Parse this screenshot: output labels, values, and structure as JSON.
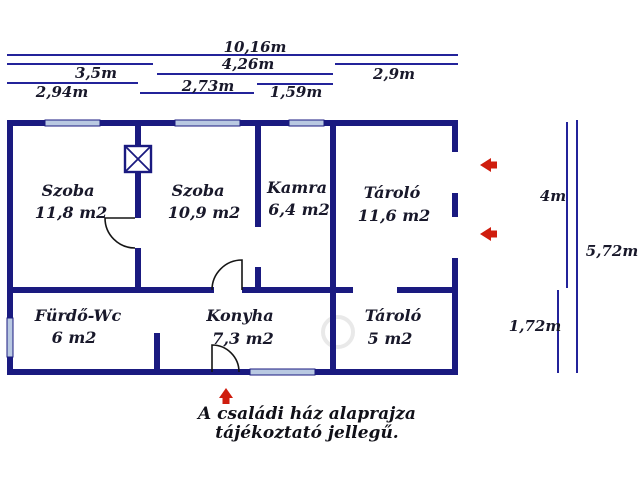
{
  "colors": {
    "wall": "#1a1a80",
    "window_glass": "#b9c9e2",
    "dimension_line": "#23239a",
    "door": "#151515",
    "arrow": "#cf1d0e",
    "text": "#18182a",
    "caption_text": "#101018"
  },
  "dimensions": {
    "top": [
      {
        "label": "10,16m"
      },
      {
        "label": "3,5m"
      },
      {
        "label": "4,26m"
      },
      {
        "label": "2,9m"
      },
      {
        "label": "2,94m"
      },
      {
        "label": "2,73m"
      },
      {
        "label": "1,59m"
      }
    ],
    "right": [
      {
        "label": "4m"
      },
      {
        "label": "5,72m"
      },
      {
        "label": "1,72m"
      }
    ]
  },
  "rooms": [
    {
      "name": "Szoba",
      "area": "11,8 m2"
    },
    {
      "name": "Szoba",
      "area": "10,9 m2"
    },
    {
      "name": "Kamra",
      "area": "6,4 m2"
    },
    {
      "name": "Tároló",
      "area": "11,6 m2"
    },
    {
      "name": "Fürdő-Wc",
      "area": "6 m2"
    },
    {
      "name": "Konyha",
      "area": "7,3 m2"
    },
    {
      "name": "Tároló",
      "area": "5 m2"
    }
  ],
  "caption": {
    "line1": "A családi ház alaprajza",
    "line2": "tájékoztató jellegű."
  }
}
